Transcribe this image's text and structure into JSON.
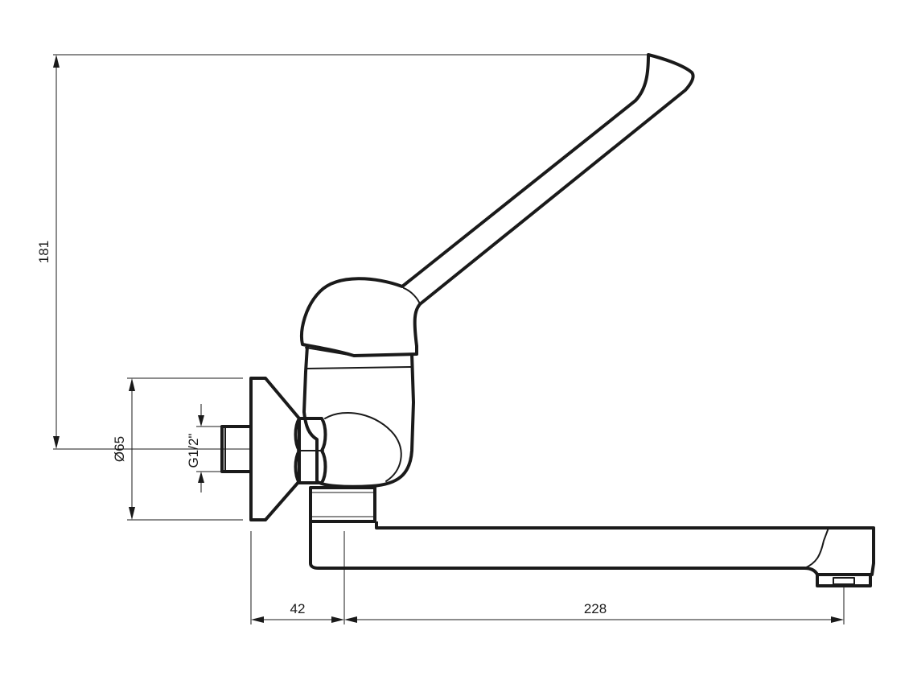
{
  "dimensions": {
    "height": "181",
    "flange_diameter": "Ø65",
    "thread": "G1/2\"",
    "connection_offset": "42",
    "spout_reach": "228"
  }
}
